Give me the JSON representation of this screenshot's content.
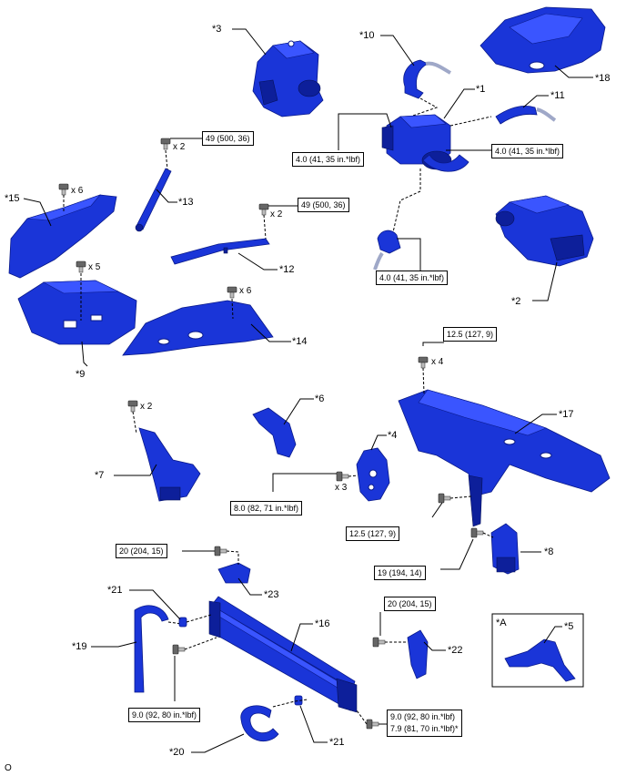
{
  "callouts": {
    "p1": "*1",
    "p2": "*2",
    "p3": "*3",
    "p4": "*4",
    "p5": "*5",
    "p6": "*6",
    "p7": "*7",
    "p8": "*8",
    "p9": "*9",
    "p10": "*10",
    "p11": "*11",
    "p12": "*12",
    "p13": "*13",
    "p14": "*14",
    "p15": "*15",
    "p16": "*16",
    "p17": "*17",
    "p18": "*18",
    "p19": "*19",
    "p20": "*20",
    "p21a": "*21",
    "p21b": "*21",
    "p22": "*22",
    "p23": "*23",
    "inset": "*A"
  },
  "torques": {
    "t13": "49 (500, 36)",
    "t12": "49 (500, 36)",
    "t1a": "4.0 (41, 35 in.*lbf)",
    "t1b": "4.0 (41, 35 in.*lbf)",
    "t1c": "4.0 (41, 35 in.*lbf)",
    "t17a": "12.5 (127, 9)",
    "t17b": "12.5 (127, 9)",
    "t4": "8.0 (82, 71 in.*lbf)",
    "t8": "19 (194, 14)",
    "t23": "20 (204, 15)",
    "t22": "20 (204, 15)",
    "t16a": "9.0 (92, 80 in.*lbf)",
    "t16b1": "9.0 (92, 80 in.*lbf)",
    "t16b2": "7.9 (81, 70 in.*lbf)*"
  },
  "quantities": {
    "q13": "x 2",
    "q15": "x 6",
    "q9": "x 5",
    "q12": "x 2",
    "q14": "x 6",
    "q7": "x 2",
    "q17": "x 4",
    "q4": "x 3"
  },
  "footer": {
    "code": "O"
  }
}
